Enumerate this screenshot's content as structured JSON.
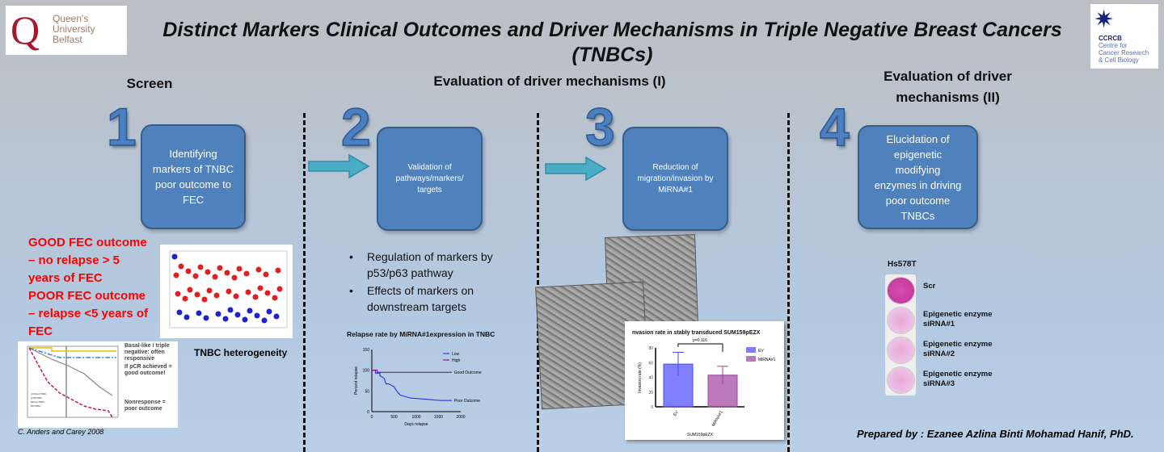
{
  "logos": {
    "left": "Queen's University Belfast",
    "left_line1": "Queen's University",
    "left_line2": "Belfast",
    "right_abbr": "CCRCB",
    "right_lines": [
      "Centre for",
      "Cancer Research",
      "& Cell Biology"
    ]
  },
  "title": "Distinct Markers Clinical Outcomes and Driver Mechanisms in Triple Negative Breast Cancers (TNBCs)",
  "sections": [
    {
      "label": "Screen"
    },
    {
      "label": "Evaluation of driver mechanisms (I)"
    },
    {
      "label": "Evaluation of driver mechanisms (II)"
    }
  ],
  "steps": [
    {
      "number": "1",
      "text": "Identifying markers of TNBC poor outcome to FEC"
    },
    {
      "number": "2",
      "text": "Validation of pathways/markers/ targets"
    },
    {
      "number": "3",
      "text": "Reduction of migration/invasion by MiRNA#1"
    },
    {
      "number": "4",
      "text": "Elucidation of epigenetic modifying enzymes in driving poor outcome TNBCs"
    }
  ],
  "outcomes": [
    "GOOD FEC outcome – no relapse > 5 years of FEC",
    "POOR FEC outcome – relapse <5 years of FEC"
  ],
  "heterogeneity_caption": "TNBC heterogeneity",
  "km_notes": [
    "Basal-like / triple negative: often responsive",
    "If pCR achieved = good outcome!",
    "Nonresponse = poor outcome"
  ],
  "km_legend": [
    "pCRnonTNBC",
    "pCRTNBC",
    "RDnonTNBC",
    "RDTNBC"
  ],
  "citation": "C. Anders and Carey 2008",
  "bullets": [
    "Regulation of markers by p53/p63 pathway",
    "Effects of markers on downstream targets"
  ],
  "chart_data": [
    {
      "type": "line",
      "title": "Relapse rate by MiRNA#1expression in TNBC",
      "xlabel": "Days relapse",
      "ylabel": "Percent relapse",
      "xlim": [
        0,
        2000
      ],
      "ylim": [
        0,
        150
      ],
      "xticks": [
        "0",
        "500",
        "1000",
        "1500",
        "2000"
      ],
      "yticks": [
        "0",
        "50",
        "100",
        "150"
      ],
      "series": [
        {
          "name": "Low",
          "color": "#1f1fe0",
          "x": [
            0,
            80,
            80,
            180,
            180,
            280,
            300,
            320,
            380,
            500,
            540,
            580,
            640,
            860,
            1550,
            1800
          ],
          "y": [
            100,
            100,
            93,
            93,
            87,
            80,
            73,
            67,
            67,
            60,
            53,
            47,
            40,
            33,
            27,
            27
          ]
        },
        {
          "name": "High",
          "color": "#800080",
          "x": [
            0,
            120,
            120,
            1800
          ],
          "y": [
            100,
            100,
            95,
            95
          ]
        }
      ],
      "annotations": [
        "Good Outcome",
        "Poor Outcome"
      ]
    },
    {
      "type": "bar",
      "title": "nvasion rate in stably transduced SUM159pEZX",
      "xlabel": "SUM159pEZX",
      "ylabel": "Invasion rate (%)",
      "ylim": [
        0,
        80
      ],
      "yticks": [
        "0",
        "20",
        "40",
        "60",
        "80"
      ],
      "categories": [
        "EV",
        "MiRNA#1"
      ],
      "values": [
        58,
        43
      ],
      "errors": [
        16,
        12
      ],
      "colors": [
        "#4a4aff",
        "#a040a0"
      ],
      "annotation": "p=0.116"
    }
  ],
  "colony": {
    "cell_line": "Hs578T",
    "wells": [
      "Scr",
      "Epigenetic enzyme siRNA#1",
      "Epigenetic enzyme siRNA#2",
      "Epigenetic enzyme siRNA#3"
    ]
  },
  "footer": "Prepared by : Ezanee Azlina Binti Mohamad Hanif, PhD."
}
